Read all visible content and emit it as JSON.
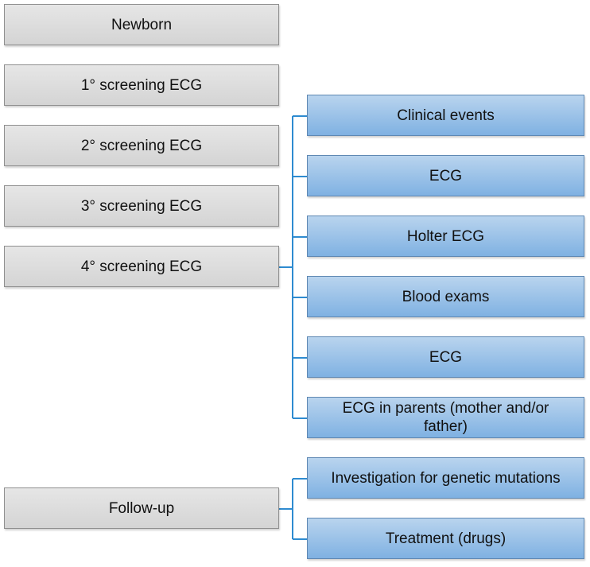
{
  "stages": [
    {
      "label": "Newborn"
    },
    {
      "label": "1° screening ECG"
    },
    {
      "label": "2° screening ECG"
    },
    {
      "label": "3° screening ECG"
    },
    {
      "label": "4° screening ECG"
    }
  ],
  "screening_items": [
    {
      "label": "Clinical events"
    },
    {
      "label": "ECG"
    },
    {
      "label": "Holter ECG"
    },
    {
      "label": "Blood exams"
    },
    {
      "label": "ECG"
    },
    {
      "label": "ECG in parents (mother and/or father)"
    }
  ],
  "followup": {
    "label": "Follow-up",
    "items": [
      {
        "label": "Investigation for genetic mutations"
      },
      {
        "label": "Treatment (drugs)"
      }
    ]
  },
  "colors": {
    "stage_box": "#dcdcdc",
    "item_box": "#9cc3ea",
    "connector": "#2e8bd0"
  }
}
